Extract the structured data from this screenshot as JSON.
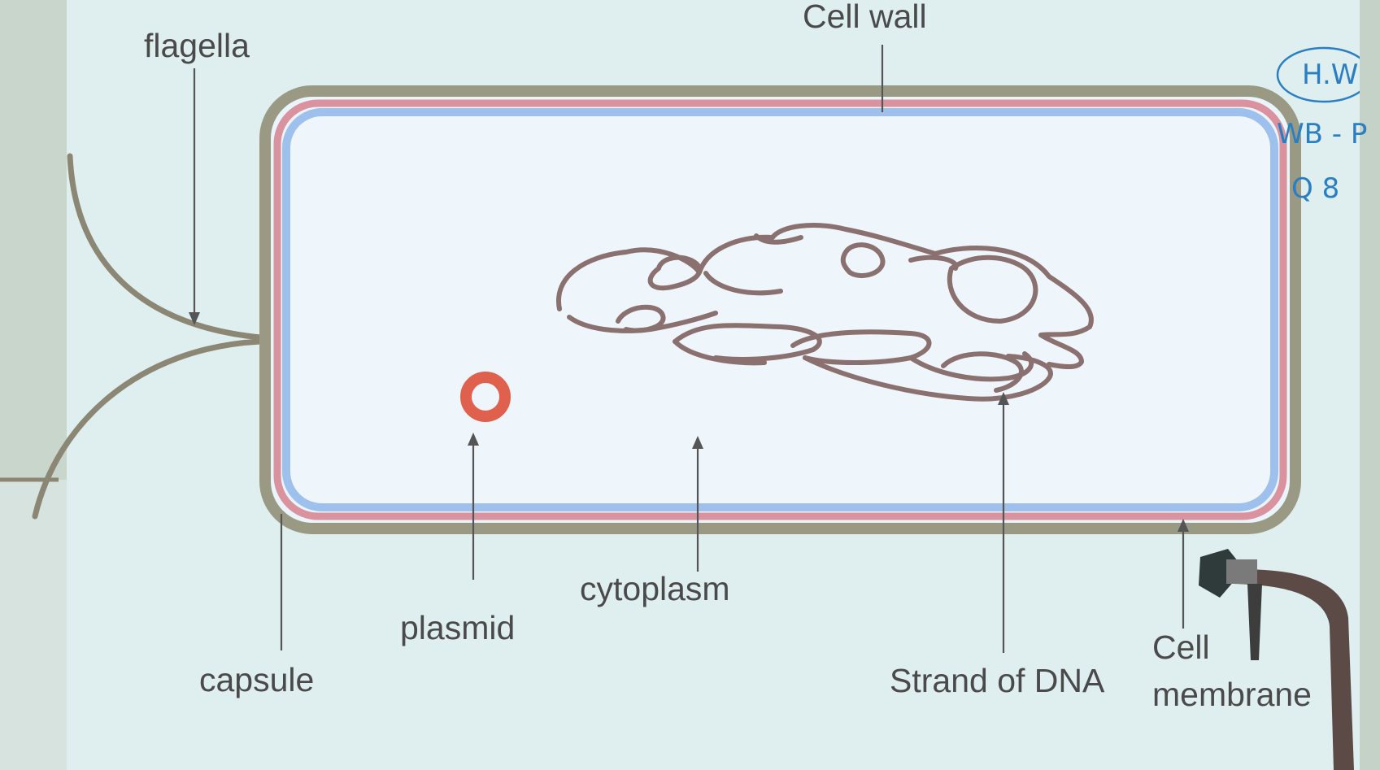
{
  "diagram": {
    "labels": {
      "flagella": "flagella",
      "cell_wall": "Cell wall",
      "capsule": "capsule",
      "plasmid": "plasmid",
      "cytoplasm": "cytoplasm",
      "strand_of_dna": "Strand of DNA",
      "cell_membrane_line1": "Cell",
      "cell_membrane_line2": "membrane"
    },
    "handwriting": {
      "homework": "H.W",
      "workbook": "WB - P",
      "question": "Q 8"
    },
    "colors": {
      "background": "#dfeeee",
      "capsule": "#9a9a84",
      "cell_wall": "#d9929e",
      "cell_membrane": "#9ec0ec",
      "dna_strand": "#8a706e",
      "plasmid": "#e0604e",
      "label_text": "#4a4a4a",
      "pointer_line": "#555555",
      "handwriting": "#2a7fc4",
      "screen_edge": "#a9b8a8",
      "pointer_device": "#3d3d3d"
    }
  }
}
